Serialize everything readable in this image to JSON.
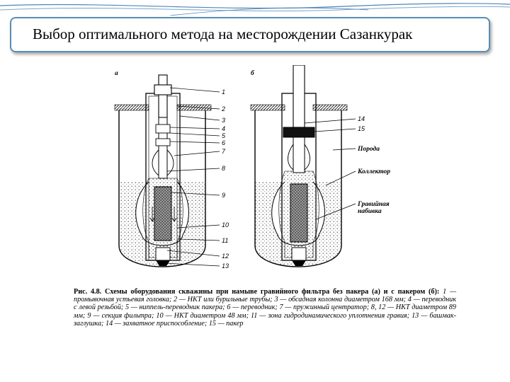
{
  "slide": {
    "title": "Выбор оптимального метода на месторождении Сазанкурак"
  },
  "figure": {
    "panel_a": "а",
    "panel_b": "б",
    "callouts_a": [
      "1",
      "2",
      "3",
      "4",
      "5",
      "6",
      "7",
      "8",
      "9",
      "10",
      "11",
      "12",
      "13"
    ],
    "callouts_b": [
      "14",
      "15"
    ],
    "labels_b": {
      "rock": "Порода",
      "collector": "Коллектор",
      "gravel_1": "Гравийная",
      "gravel_2": "набивка"
    }
  },
  "caption": {
    "heading": "Рис. 4.8. Схемы оборудования скважины при намыве гравийного фильтра без пакера (а) и с пакером (б):",
    "body": "1 — промывочная устьевая головка; 2 — НКТ или бурильные трубы; 3 — обсадная колонна диаметром 168 мм; 4 — переводник с левой резьбой; 5 — ниппель-переводник пакера; 6 — переводник; 7 — пружинный центратор; 8, 12 — НКТ диаметром 89 мм; 9 — секция фильтра; 10 — НКТ диаметром 48 мм; 11 — зона гидродинамического уплотнения гравия; 13 — башмак-заглушка; 14 — захватное приспособление; 15 — пакер"
  },
  "colors": {
    "frame_border": "#5b8db3",
    "deco_line": "#4f86b8"
  }
}
